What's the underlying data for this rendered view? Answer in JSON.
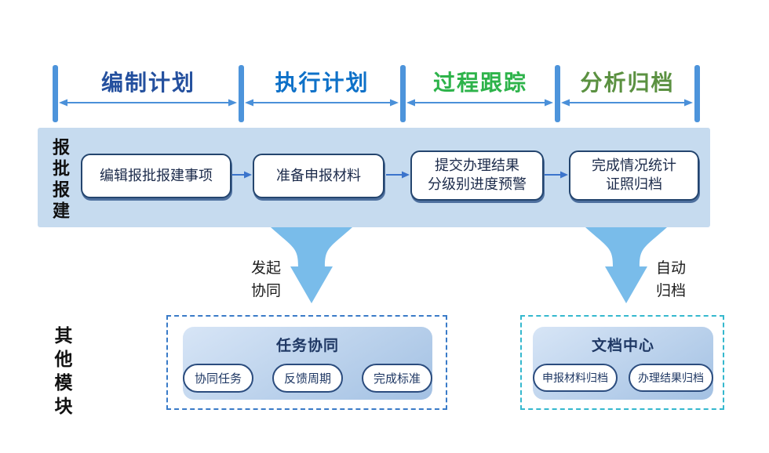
{
  "phases": [
    {
      "label": "编制计划",
      "color": "#24509E"
    },
    {
      "label": "执行计划",
      "color": "#0E71C8"
    },
    {
      "label": "过程跟踪",
      "color": "#2DB34A"
    },
    {
      "label": "分析归档",
      "color": "#5B9141"
    }
  ],
  "band": {
    "side_label": "报批报建",
    "steps": [
      {
        "lines": [
          "编辑报批报建事项",
          ""
        ]
      },
      {
        "lines": [
          "准备申报材料",
          ""
        ]
      },
      {
        "lines": [
          "提交办理结果",
          "分级别进度预警"
        ]
      },
      {
        "lines": [
          "完成情况统计",
          "证照归档"
        ]
      }
    ]
  },
  "connectors": [
    {
      "label_lines": [
        "发起",
        "协同"
      ]
    },
    {
      "label_lines": [
        "自动",
        "归档"
      ]
    }
  ],
  "bottom": {
    "side_label": "其他模块",
    "modules": [
      {
        "title": "任务协同",
        "border_color": "#3A7BC8",
        "pills": [
          "协同任务",
          "反馈周期",
          "完成标准"
        ]
      },
      {
        "title": "文档中心",
        "border_color": "#35B8CE",
        "pills": [
          "申报材料归档",
          "办理结果归档"
        ]
      }
    ]
  },
  "colors": {
    "phase_bar": "#4D94DB",
    "timeline_arrow": "#4A90D9",
    "band_bg": "#C6DBEF",
    "step_box_border": "#24456E",
    "step_arrow": "#3B74CC",
    "funnel_arrow": "#79BCEA",
    "panel_title": "#1F3864"
  }
}
